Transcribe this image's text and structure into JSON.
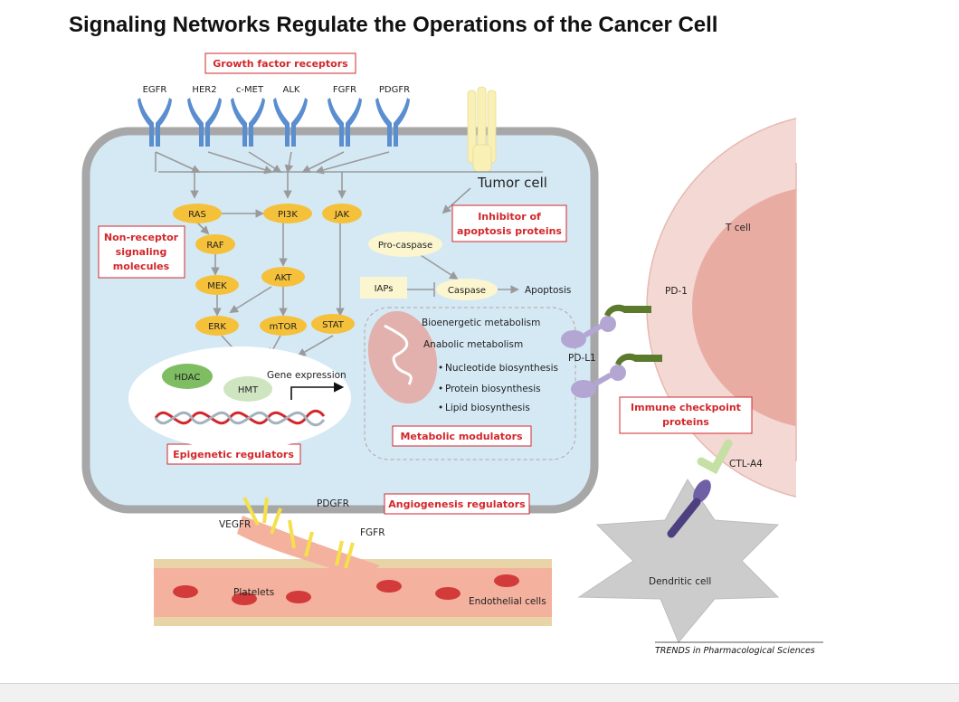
{
  "title": "Signaling Networks Regulate the Operations of the Cancer Cell",
  "colors": {
    "cell_fill": "#d5e9f5",
    "tcell_fill": "#f4d8d4",
    "tcell_nucleus": "#e9aca2",
    "node_fill": "#f5c13a",
    "receptor": "#5b8ecf",
    "red_label": "#d3272b",
    "vessel": "#f0a58f",
    "dendritic": "#cfcfcf"
  },
  "labels": {
    "growth_factor_receptors": "Growth factor receptors",
    "non_receptor_line1": "Non-receptor",
    "non_receptor_line2": "signaling",
    "non_receptor_line3": "molecules",
    "inhibitor_line1": "Inhibitor of",
    "inhibitor_line2": "apoptosis proteins",
    "epigenetic": "Epigenetic regulators",
    "metabolic": "Metabolic modulators",
    "angiogenesis": "Angiogenesis regulators",
    "immune_line1": "Immune checkpoint",
    "immune_line2": "proteins"
  },
  "receptors": [
    "EGFR",
    "HER2",
    "c-MET",
    "ALK",
    "FGFR",
    "PDGFR"
  ],
  "nodes": {
    "ras": "RAS",
    "pi3k": "PI3K",
    "jak": "JAK",
    "raf": "RAF",
    "mek": "MEK",
    "akt": "AKT",
    "erk": "ERK",
    "mtor": "mTOR",
    "stat": "STAT",
    "hdac": "HDAC",
    "hmt": "HMT",
    "gene_expression": "Gene expression",
    "procaspase": "Pro-caspase",
    "iaps": "IAPs",
    "caspase": "Caspase",
    "apoptosis": "Apoptosis"
  },
  "cells": {
    "tumor": "Tumor cell",
    "tcell": "T cell",
    "dendritic": "Dendritic cell"
  },
  "metabolism": {
    "bioenergetic": "Bioenergetic metabolism",
    "anabolic": "Anabolic metabolism",
    "items": [
      "Nucleotide biosynthesis",
      "Protein biosynthesis",
      "Lipid biosynthesis"
    ]
  },
  "checkpoint": {
    "pd1": "PD-1",
    "pdl1": "PD-L1",
    "ctla4": "CTL-A4"
  },
  "vessel": {
    "vegfr": "VEGFR",
    "pdgfr": "PDGFR",
    "fgfr": "FGFR",
    "platelets": "Platelets",
    "endothelial": "Endothelial cells"
  },
  "credit": "TRENDS in Pharmacological Sciences"
}
